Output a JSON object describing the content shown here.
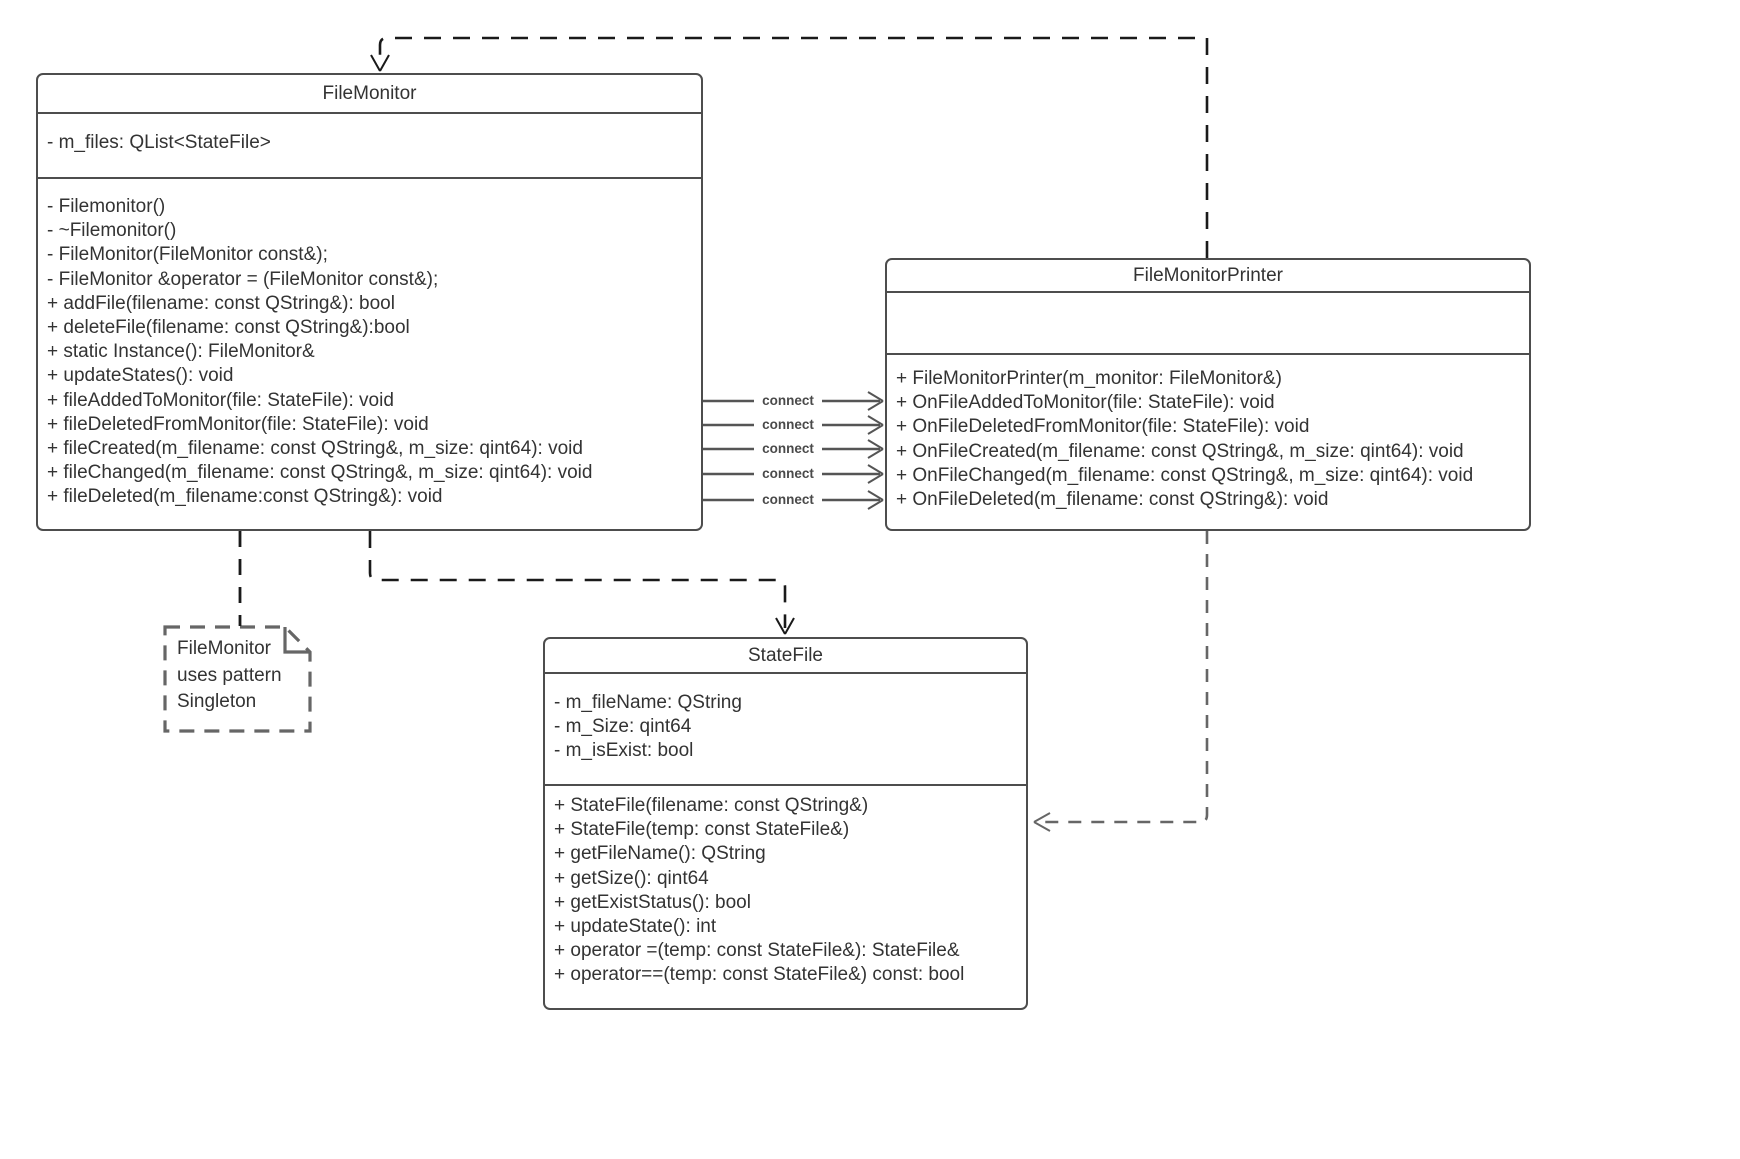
{
  "classes": [
    {
      "name": "FileMonitor",
      "attributes": [
        "- m_files: QList<StateFile>"
      ],
      "methods": [
        "- Filemonitor()",
        "- ~Filemonitor()",
        "- FileMonitor(FileMonitor const&);",
        "- FileMonitor &operator = (FileMonitor const&);",
        "+ addFile(filename: const QString&): bool",
        "+ deleteFile(filename: const QString&):bool",
        "+ static Instance(): FileMonitor&",
        "+ updateStates(): void",
        "+ fileAddedToMonitor(file: StateFile): void",
        "+ fileDeletedFromMonitor(file: StateFile): void",
        "+ fileCreated(m_filename: const QString&, m_size: qint64): void",
        "+ fileChanged(m_filename: const QString&, m_size: qint64): void",
        "+ fileDeleted(m_filename:const QString&): void"
      ]
    },
    {
      "name": "FileMonitorPrinter",
      "attributes": [],
      "methods": [
        "+ FileMonitorPrinter(m_monitor: FileMonitor&)",
        "+ OnFileAddedToMonitor(file: StateFile): void",
        "+ OnFileDeletedFromMonitor(file: StateFile): void",
        "+ OnFileCreated(m_filename: const QString&, m_size: qint64): void",
        "+ OnFileChanged(m_filename: const QString&, m_size: qint64): void",
        "+ OnFileDeleted(m_filename: const QString&): void"
      ]
    },
    {
      "name": "StateFile",
      "attributes": [
        "- m_fileName: QString",
        "- m_Size: qint64",
        "- m_isExist: bool"
      ],
      "methods": [
        "+ StateFile(filename: const QString&)",
        "+ StateFile(temp: const StateFile&)",
        "+ getFileName(): QString",
        "+ getSize(): qint64",
        "+ getExistStatus(): bool",
        "+ updateState(): int",
        "+ operator =(temp: const StateFile&): StateFile&",
        "+ operator==(temp: const StateFile&) const: bool"
      ]
    }
  ],
  "note": {
    "lines": [
      "FileMonitor",
      "uses pattern",
      "Singleton"
    ]
  },
  "connectors": {
    "labels": [
      "connect",
      "connect",
      "connect",
      "connect",
      "connect"
    ]
  },
  "colors": {
    "box_border": "#4d4d4d",
    "text": "#333333",
    "dependency_line": "#1a1a1a",
    "gray_line": "#666666",
    "connect_line": "#555555"
  }
}
